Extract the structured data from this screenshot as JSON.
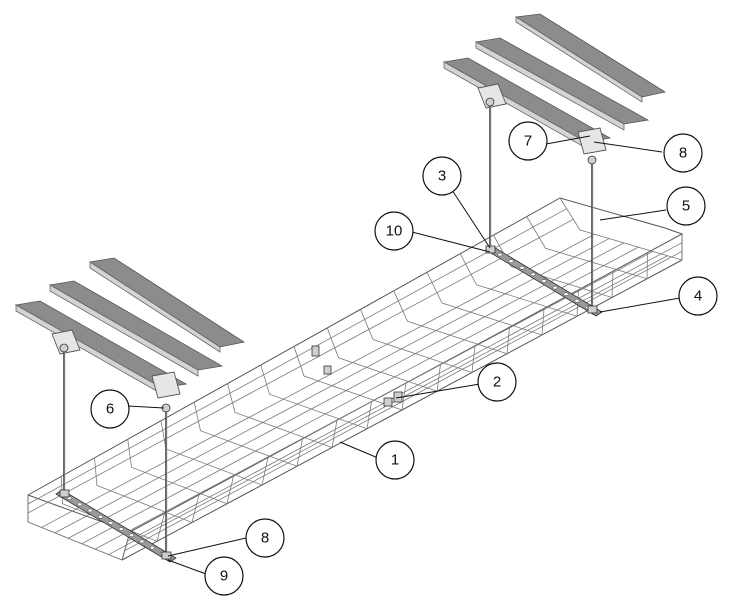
{
  "callouts": [
    {
      "label": "1"
    },
    {
      "label": "2"
    },
    {
      "label": "3"
    },
    {
      "label": "4"
    },
    {
      "label": "5"
    },
    {
      "label": "6"
    },
    {
      "label": "7"
    },
    {
      "label": "8"
    },
    {
      "label": "8"
    },
    {
      "label": "9"
    },
    {
      "label": "10"
    }
  ]
}
